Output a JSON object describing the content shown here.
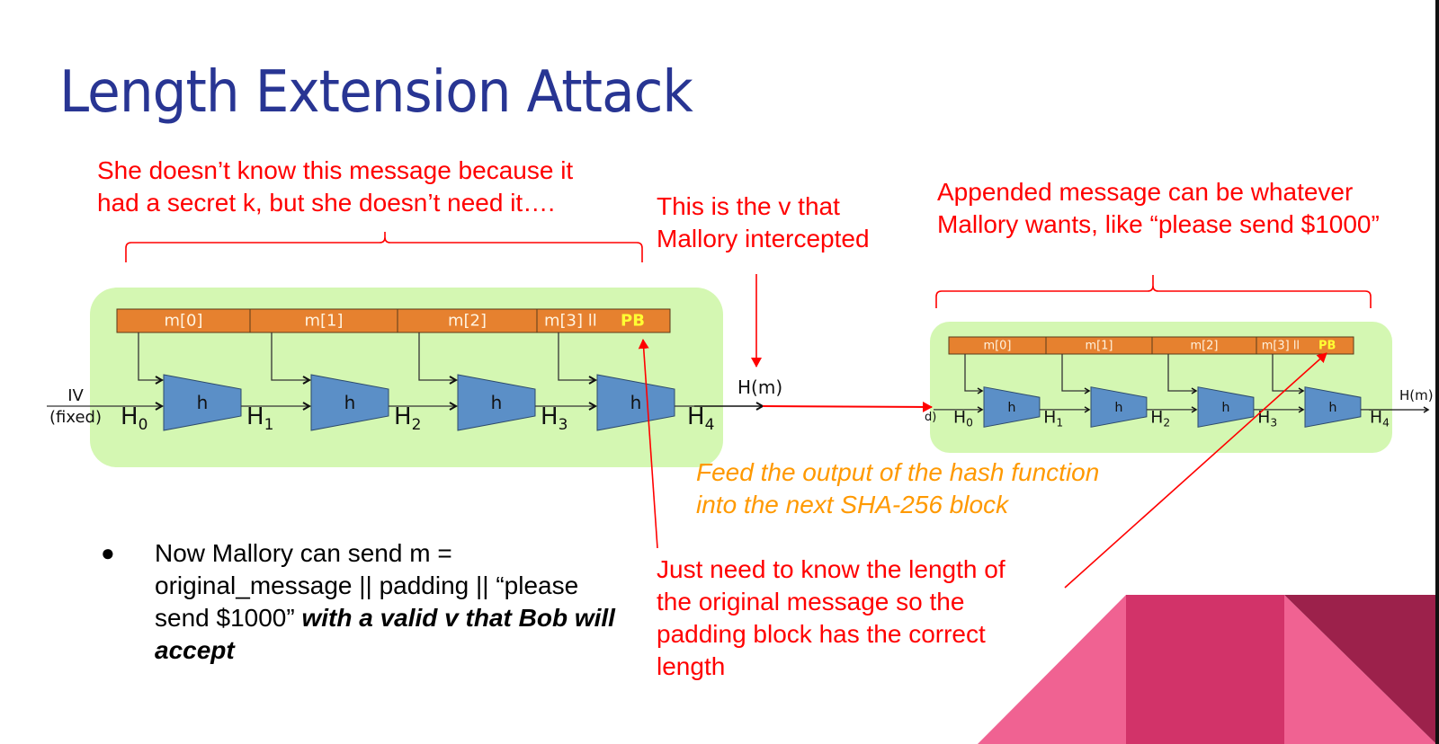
{
  "slide": {
    "title": "Length Extension Attack",
    "annotations": {
      "secret_message": "She doesn’t know this message because it\nhad a secret k, but she doesn’t need it….",
      "intercepted_v": "This is the v that\nMallory intercepted",
      "appended_message": "Appended message can be whatever\nMallory wants, like “please send $1000”",
      "feed_output": "Feed the output of the hash function\ninto the next SHA-256 block",
      "padding_length": "Just need to know the length of\nthe original message so the\npadding block has the correct\nlength"
    },
    "bullet": {
      "text_plain": "Now Mallory can send m = original_message || padding || “please send $1000” ",
      "text_emphasis": "with a valid v that Bob will accept"
    },
    "colors": {
      "title": "#283593",
      "annotation": "#ff0000",
      "highlight": "#ff9900",
      "block_bg": "#d4f7b2",
      "message_bar": "#e6812f",
      "hash_fn": "#5b8fc7",
      "pb_text": "#ffff33",
      "deco_light": "#f06292",
      "deco_mid": "#d23369",
      "deco_dark": "#9c214b"
    }
  },
  "diagram_original": {
    "blocks": [
      "m[0]",
      "m[1]",
      "m[2]",
      "m[3]  ll"
    ],
    "padding_label": "PB",
    "iv_label": "IV",
    "iv_sub": "(fixed)",
    "chain": [
      "H",
      "H",
      "H",
      "H",
      "H"
    ],
    "chain_sub": [
      "0",
      "1",
      "2",
      "3",
      "4"
    ],
    "fn_label": "h",
    "output_label": "H(m)"
  },
  "diagram_extended": {
    "blocks": [
      "m[0]",
      "m[1]",
      "m[2]",
      "m[3]  ll"
    ],
    "padding_label": "PB",
    "input_fragment": "d)",
    "chain": [
      "H",
      "H",
      "H",
      "H",
      "H"
    ],
    "chain_sub": [
      "0",
      "1",
      "2",
      "3",
      "4"
    ],
    "fn_label": "h",
    "output_label": "H(m)"
  }
}
